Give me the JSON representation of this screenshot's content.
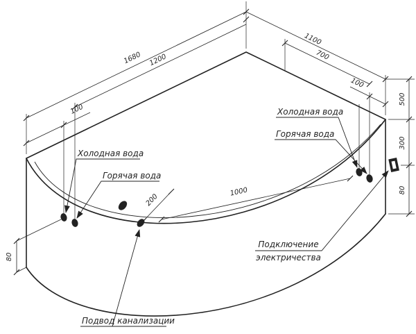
{
  "diagram": {
    "title": "bathtub-installation-scheme",
    "connection_labels": {
      "cold_water_left": "Холодная вода",
      "hot_water_left": "Горячая вода",
      "cold_water_right": "Холодная вода",
      "hot_water_right": "Горячая вода",
      "sewer": "Подвод канализации",
      "electricity_line1": "Подключение",
      "electricity_line2": "электричества"
    },
    "dimensions_mm": {
      "length_total": "1680",
      "length_inner": "1200",
      "offset_left": "100",
      "width_total": "1100",
      "width_inner": "700",
      "offset_right": "100",
      "height_right_top": "500",
      "height_electric": "300",
      "height_right_bottom": "80",
      "height_left": "80",
      "drain_offset": "200",
      "span_inner": "1000"
    },
    "colors": {
      "line": "#222222",
      "background": "#ffffff"
    }
  }
}
